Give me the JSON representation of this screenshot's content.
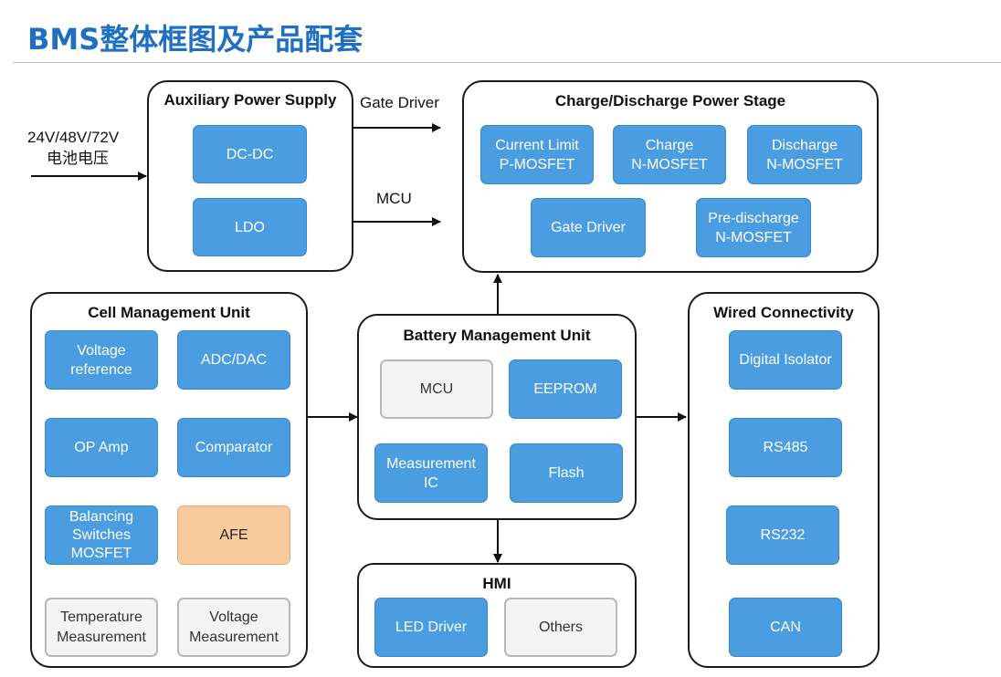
{
  "title": "BMS整体框图及产品配套",
  "input_label_voltage": "24V/48V/72V",
  "input_label_cn": "电池电压",
  "output_gate_driver": "Gate Driver",
  "output_mcu": "MCU",
  "aux": {
    "title": "Auxiliary Power Supply",
    "blocks": [
      "DC-DC",
      "LDO"
    ]
  },
  "charge": {
    "title": "Charge/Discharge Power Stage",
    "blocks": [
      "Current Limit\nP-MOSFET",
      "Charge\nN-MOSFET",
      "Discharge\nN-MOSFET",
      "Gate Driver",
      "Pre-discharge\nN-MOSFET"
    ]
  },
  "cell": {
    "title": "Cell Management Unit",
    "blocks": [
      "Voltage\nreference",
      "ADC/DAC",
      "OP Amp",
      "Comparator",
      "Balancing\nSwitches\nMOSFET",
      "AFE",
      "Temperature\nMeasurement",
      "Voltage\nMeasurement"
    ]
  },
  "bmu": {
    "title": "Battery Management Unit",
    "blocks": [
      "MCU",
      "EEPROM",
      "Measurement\nIC",
      "Flash"
    ]
  },
  "wired": {
    "title": "Wired Connectivity",
    "blocks": [
      "Digital Isolator",
      "RS485",
      "RS232",
      "CAN"
    ]
  },
  "hmi": {
    "title": "HMI",
    "blocks": [
      "LED Driver",
      "Others"
    ]
  },
  "colors": {
    "title": "#1f6fc2",
    "block_blue": "#4a9de0",
    "block_gray": "#f4f4f4",
    "block_peach": "#f9cb9c",
    "border": "#1a1a1a"
  }
}
